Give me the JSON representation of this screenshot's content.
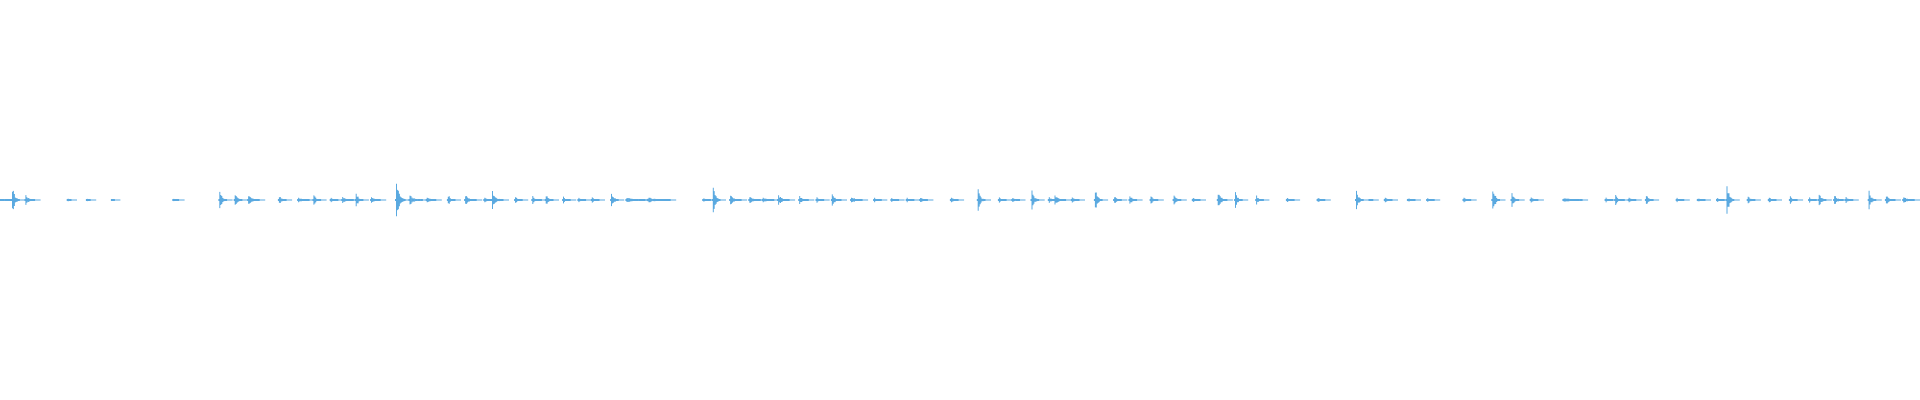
{
  "waveform": {
    "color": "#5aa9e0",
    "duration_units": 1920,
    "segments": [
      [
        0.0,
        0.01,
        0.02
      ],
      [
        0.006,
        0.004,
        0.25
      ],
      [
        0.013,
        0.005,
        0.09
      ],
      [
        0.035,
        0.002,
        0.05
      ],
      [
        0.045,
        0.002,
        0.04
      ],
      [
        0.058,
        0.001,
        0.03
      ],
      [
        0.09,
        0.003,
        0.04
      ],
      [
        0.114,
        0.004,
        0.18
      ],
      [
        0.122,
        0.004,
        0.12
      ],
      [
        0.129,
        0.006,
        0.1
      ],
      [
        0.145,
        0.004,
        0.08
      ],
      [
        0.155,
        0.006,
        0.05
      ],
      [
        0.163,
        0.004,
        0.1
      ],
      [
        0.172,
        0.004,
        0.05
      ],
      [
        0.178,
        0.006,
        0.06
      ],
      [
        0.185,
        0.004,
        0.15
      ],
      [
        0.193,
        0.005,
        0.06
      ],
      [
        0.206,
        0.005,
        0.3
      ],
      [
        0.213,
        0.007,
        0.08
      ],
      [
        0.222,
        0.005,
        0.06
      ],
      [
        0.233,
        0.004,
        0.1
      ],
      [
        0.242,
        0.006,
        0.08
      ],
      [
        0.252,
        0.004,
        0.06
      ],
      [
        0.256,
        0.006,
        0.14
      ],
      [
        0.268,
        0.004,
        0.07
      ],
      [
        0.277,
        0.005,
        0.07
      ],
      [
        0.284,
        0.004,
        0.1
      ],
      [
        0.293,
        0.004,
        0.06
      ],
      [
        0.301,
        0.004,
        0.04
      ],
      [
        0.308,
        0.004,
        0.05
      ],
      [
        0.318,
        0.004,
        0.16
      ],
      [
        0.326,
        0.01,
        0.05
      ],
      [
        0.337,
        0.012,
        0.04
      ],
      [
        0.347,
        0.002,
        0.02
      ],
      [
        0.366,
        0.004,
        0.04
      ],
      [
        0.371,
        0.004,
        0.34
      ],
      [
        0.38,
        0.006,
        0.08
      ],
      [
        0.39,
        0.006,
        0.07
      ],
      [
        0.397,
        0.006,
        0.05
      ],
      [
        0.405,
        0.006,
        0.08
      ],
      [
        0.416,
        0.005,
        0.07
      ],
      [
        0.425,
        0.004,
        0.06
      ],
      [
        0.433,
        0.005,
        0.1
      ],
      [
        0.443,
        0.006,
        0.06
      ],
      [
        0.455,
        0.004,
        0.05
      ],
      [
        0.464,
        0.004,
        0.04
      ],
      [
        0.472,
        0.004,
        0.04
      ],
      [
        0.479,
        0.004,
        0.05
      ],
      [
        0.495,
        0.004,
        0.06
      ],
      [
        0.509,
        0.004,
        0.2
      ],
      [
        0.52,
        0.004,
        0.06
      ],
      [
        0.527,
        0.004,
        0.05
      ],
      [
        0.537,
        0.004,
        0.2
      ],
      [
        0.546,
        0.004,
        0.06
      ],
      [
        0.549,
        0.006,
        0.08
      ],
      [
        0.558,
        0.004,
        0.05
      ],
      [
        0.57,
        0.004,
        0.22
      ],
      [
        0.58,
        0.004,
        0.08
      ],
      [
        0.588,
        0.004,
        0.1
      ],
      [
        0.599,
        0.004,
        0.08
      ],
      [
        0.611,
        0.004,
        0.12
      ],
      [
        0.621,
        0.004,
        0.04
      ],
      [
        0.634,
        0.005,
        0.14
      ],
      [
        0.643,
        0.004,
        0.15
      ],
      [
        0.654,
        0.004,
        0.08
      ],
      [
        0.67,
        0.004,
        0.05
      ],
      [
        0.686,
        0.004,
        0.05
      ],
      [
        0.706,
        0.004,
        0.18
      ],
      [
        0.713,
        0.002,
        0.04
      ],
      [
        0.721,
        0.004,
        0.05
      ],
      [
        0.733,
        0.004,
        0.04
      ],
      [
        0.743,
        0.004,
        0.04
      ],
      [
        0.762,
        0.004,
        0.05
      ],
      [
        0.777,
        0.004,
        0.26
      ],
      [
        0.787,
        0.004,
        0.12
      ],
      [
        0.797,
        0.004,
        0.05
      ],
      [
        0.814,
        0.01,
        0.04
      ],
      [
        0.836,
        0.004,
        0.05
      ],
      [
        0.841,
        0.005,
        0.08
      ],
      [
        0.848,
        0.004,
        0.06
      ],
      [
        0.857,
        0.004,
        0.1
      ],
      [
        0.873,
        0.004,
        0.04
      ],
      [
        0.884,
        0.004,
        0.04
      ],
      [
        0.894,
        0.004,
        0.05
      ],
      [
        0.899,
        0.004,
        0.28
      ],
      [
        0.91,
        0.004,
        0.07
      ],
      [
        0.921,
        0.004,
        0.06
      ],
      [
        0.932,
        0.004,
        0.07
      ],
      [
        0.942,
        0.004,
        0.05
      ],
      [
        0.947,
        0.004,
        0.15
      ],
      [
        0.955,
        0.005,
        0.1
      ],
      [
        0.961,
        0.004,
        0.06
      ],
      [
        0.973,
        0.004,
        0.16
      ],
      [
        0.982,
        0.005,
        0.08
      ],
      [
        0.991,
        0.006,
        0.06
      ]
    ]
  }
}
